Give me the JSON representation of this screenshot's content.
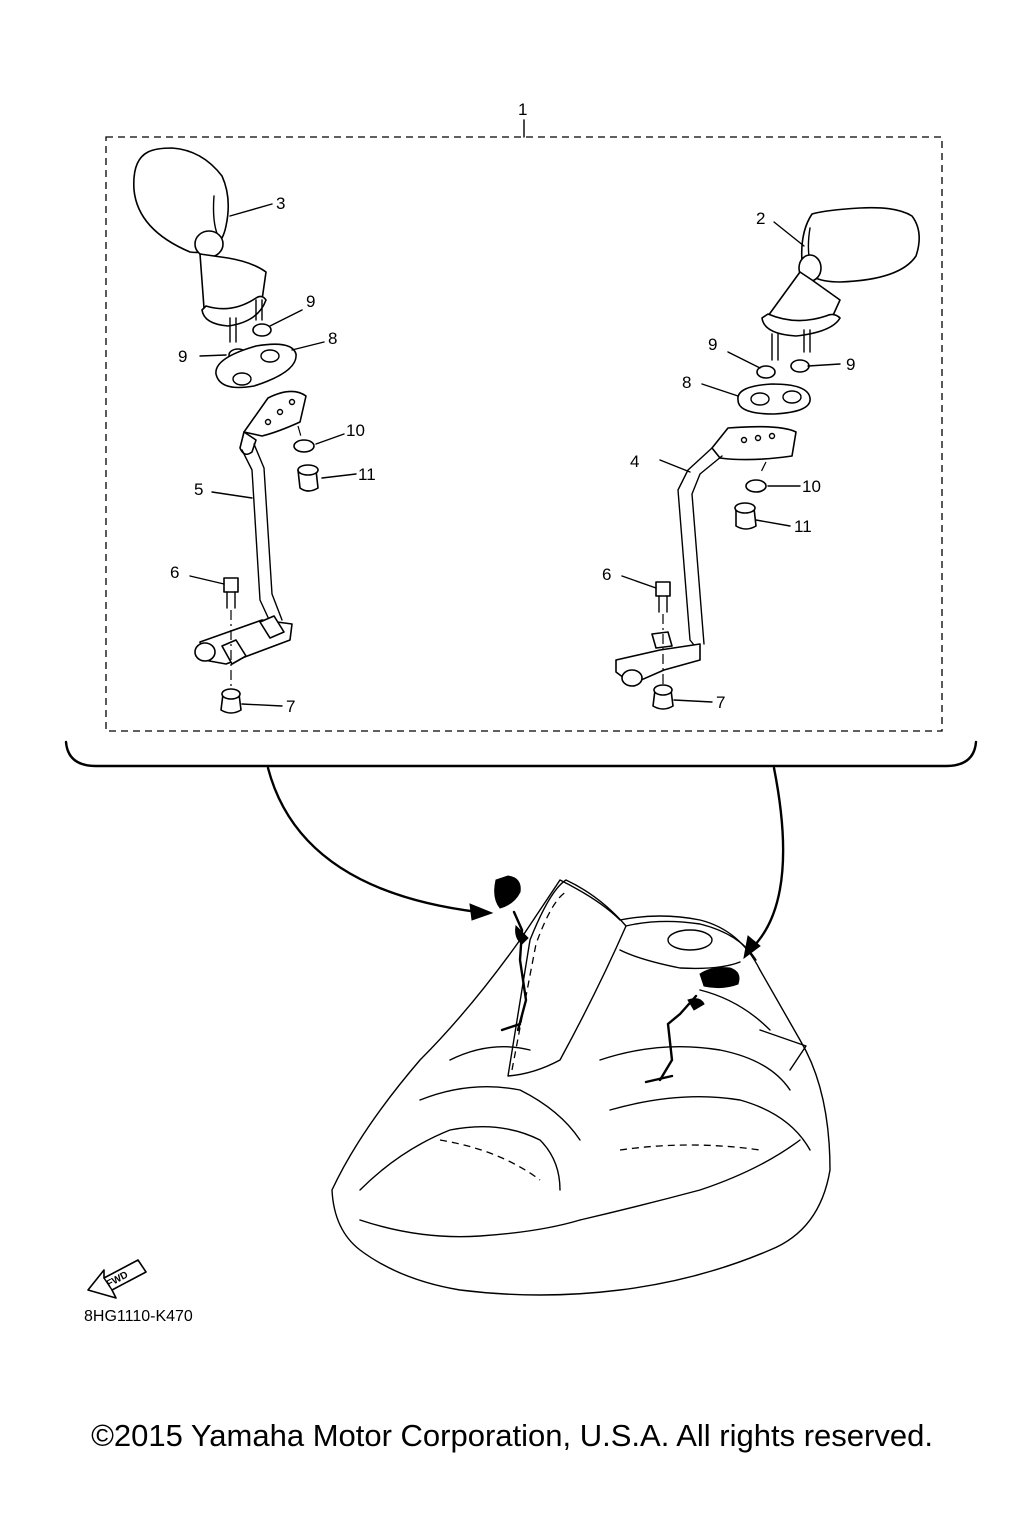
{
  "callouts": {
    "c1": "1",
    "c2": "2",
    "c3": "3",
    "c4": "4",
    "c5": "5",
    "c6_left": "6",
    "c6_right": "6",
    "c7_left": "7",
    "c7_right": "7",
    "c8_left": "8",
    "c8_right": "8",
    "c9_left_a": "9",
    "c9_left_b": "9",
    "c9_right_a": "9",
    "c9_right_b": "9",
    "c10_left": "10",
    "c10_right": "10",
    "c11_left": "11",
    "c11_right": "11"
  },
  "fwd_label": "FWD",
  "drawing_code": "8HG1110-K470",
  "copyright": "©2015 Yamaha Motor Corporation, U.S.A. All rights reserved."
}
